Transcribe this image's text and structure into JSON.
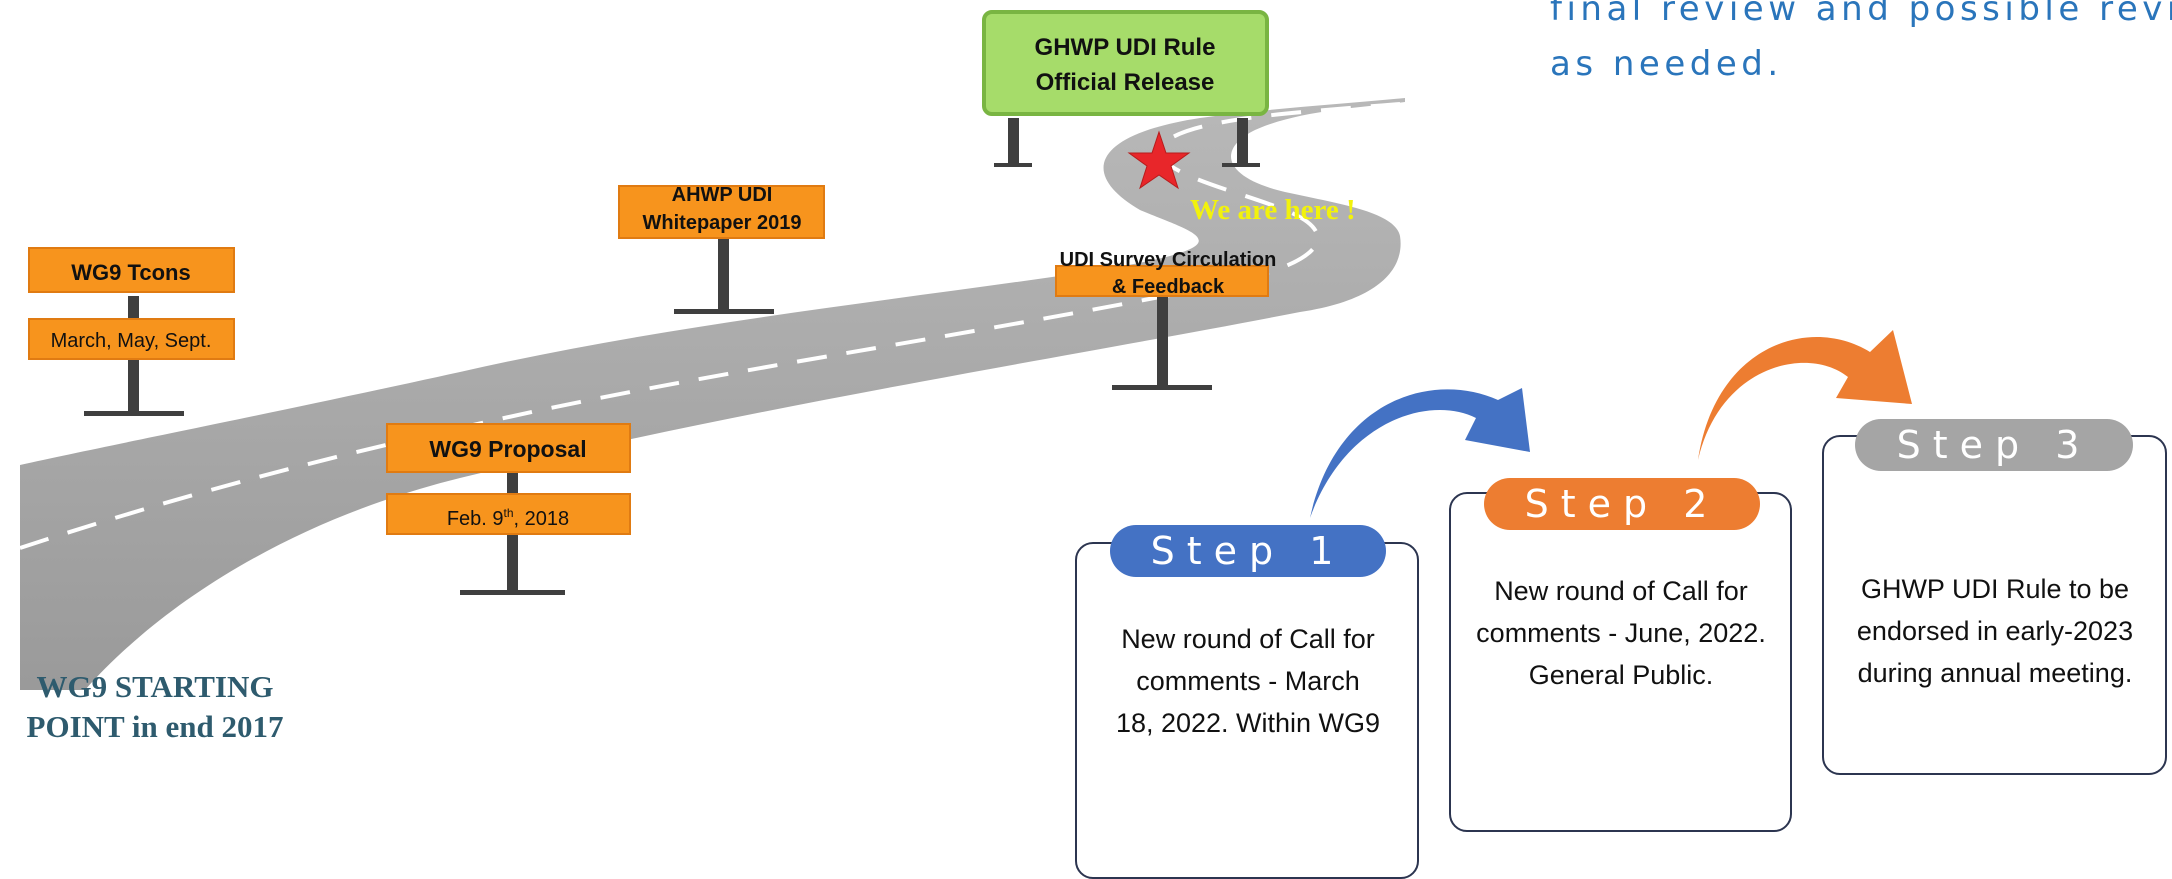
{
  "top_note": {
    "line1": "final review and possible revision",
    "line2": "as needed."
  },
  "signs": {
    "release": {
      "line1": "GHWP UDI Rule",
      "line2": "Official Release"
    },
    "whitepaper": {
      "line1": "AHWP UDI",
      "line2": "Whitepaper 2019"
    },
    "tcons": {
      "title": "WG9 Tcons",
      "date": "March, May, Sept."
    },
    "proposal": {
      "title": "WG9 Proposal",
      "date_pre": "Feb. 9",
      "date_sup": "th",
      "date_post": ", 2018"
    },
    "survey": {
      "line1": "UDI Survey Circulation",
      "line2": "& Feedback"
    }
  },
  "we_are_here": "We are here !",
  "starting_point": {
    "line1": "WG9 STARTING",
    "line2": "POINT in end 2017"
  },
  "steps": [
    {
      "label": "Step 1",
      "lines": [
        "New round of Call for",
        "comments - March",
        "18, 2022. Within WG9"
      ]
    },
    {
      "label": "Step 2",
      "lines": [
        "New round of Call for",
        "comments - June, 2022.",
        "General Public."
      ]
    },
    {
      "label": "Step 3",
      "lines": [
        "GHWP UDI Rule to be",
        "endorsed in early-2023",
        "during annual meeting."
      ]
    }
  ],
  "colors": {
    "sign_orange": "#f7941d",
    "release_green": "#a6dc6a",
    "road_gray": "#a4a4a4",
    "step1_blue": "#4472c4",
    "step2_orange": "#ed7d31",
    "step3_gray": "#a5a5a5",
    "note_blue": "#2a75bb",
    "here_yellow": "#f2f20c"
  }
}
